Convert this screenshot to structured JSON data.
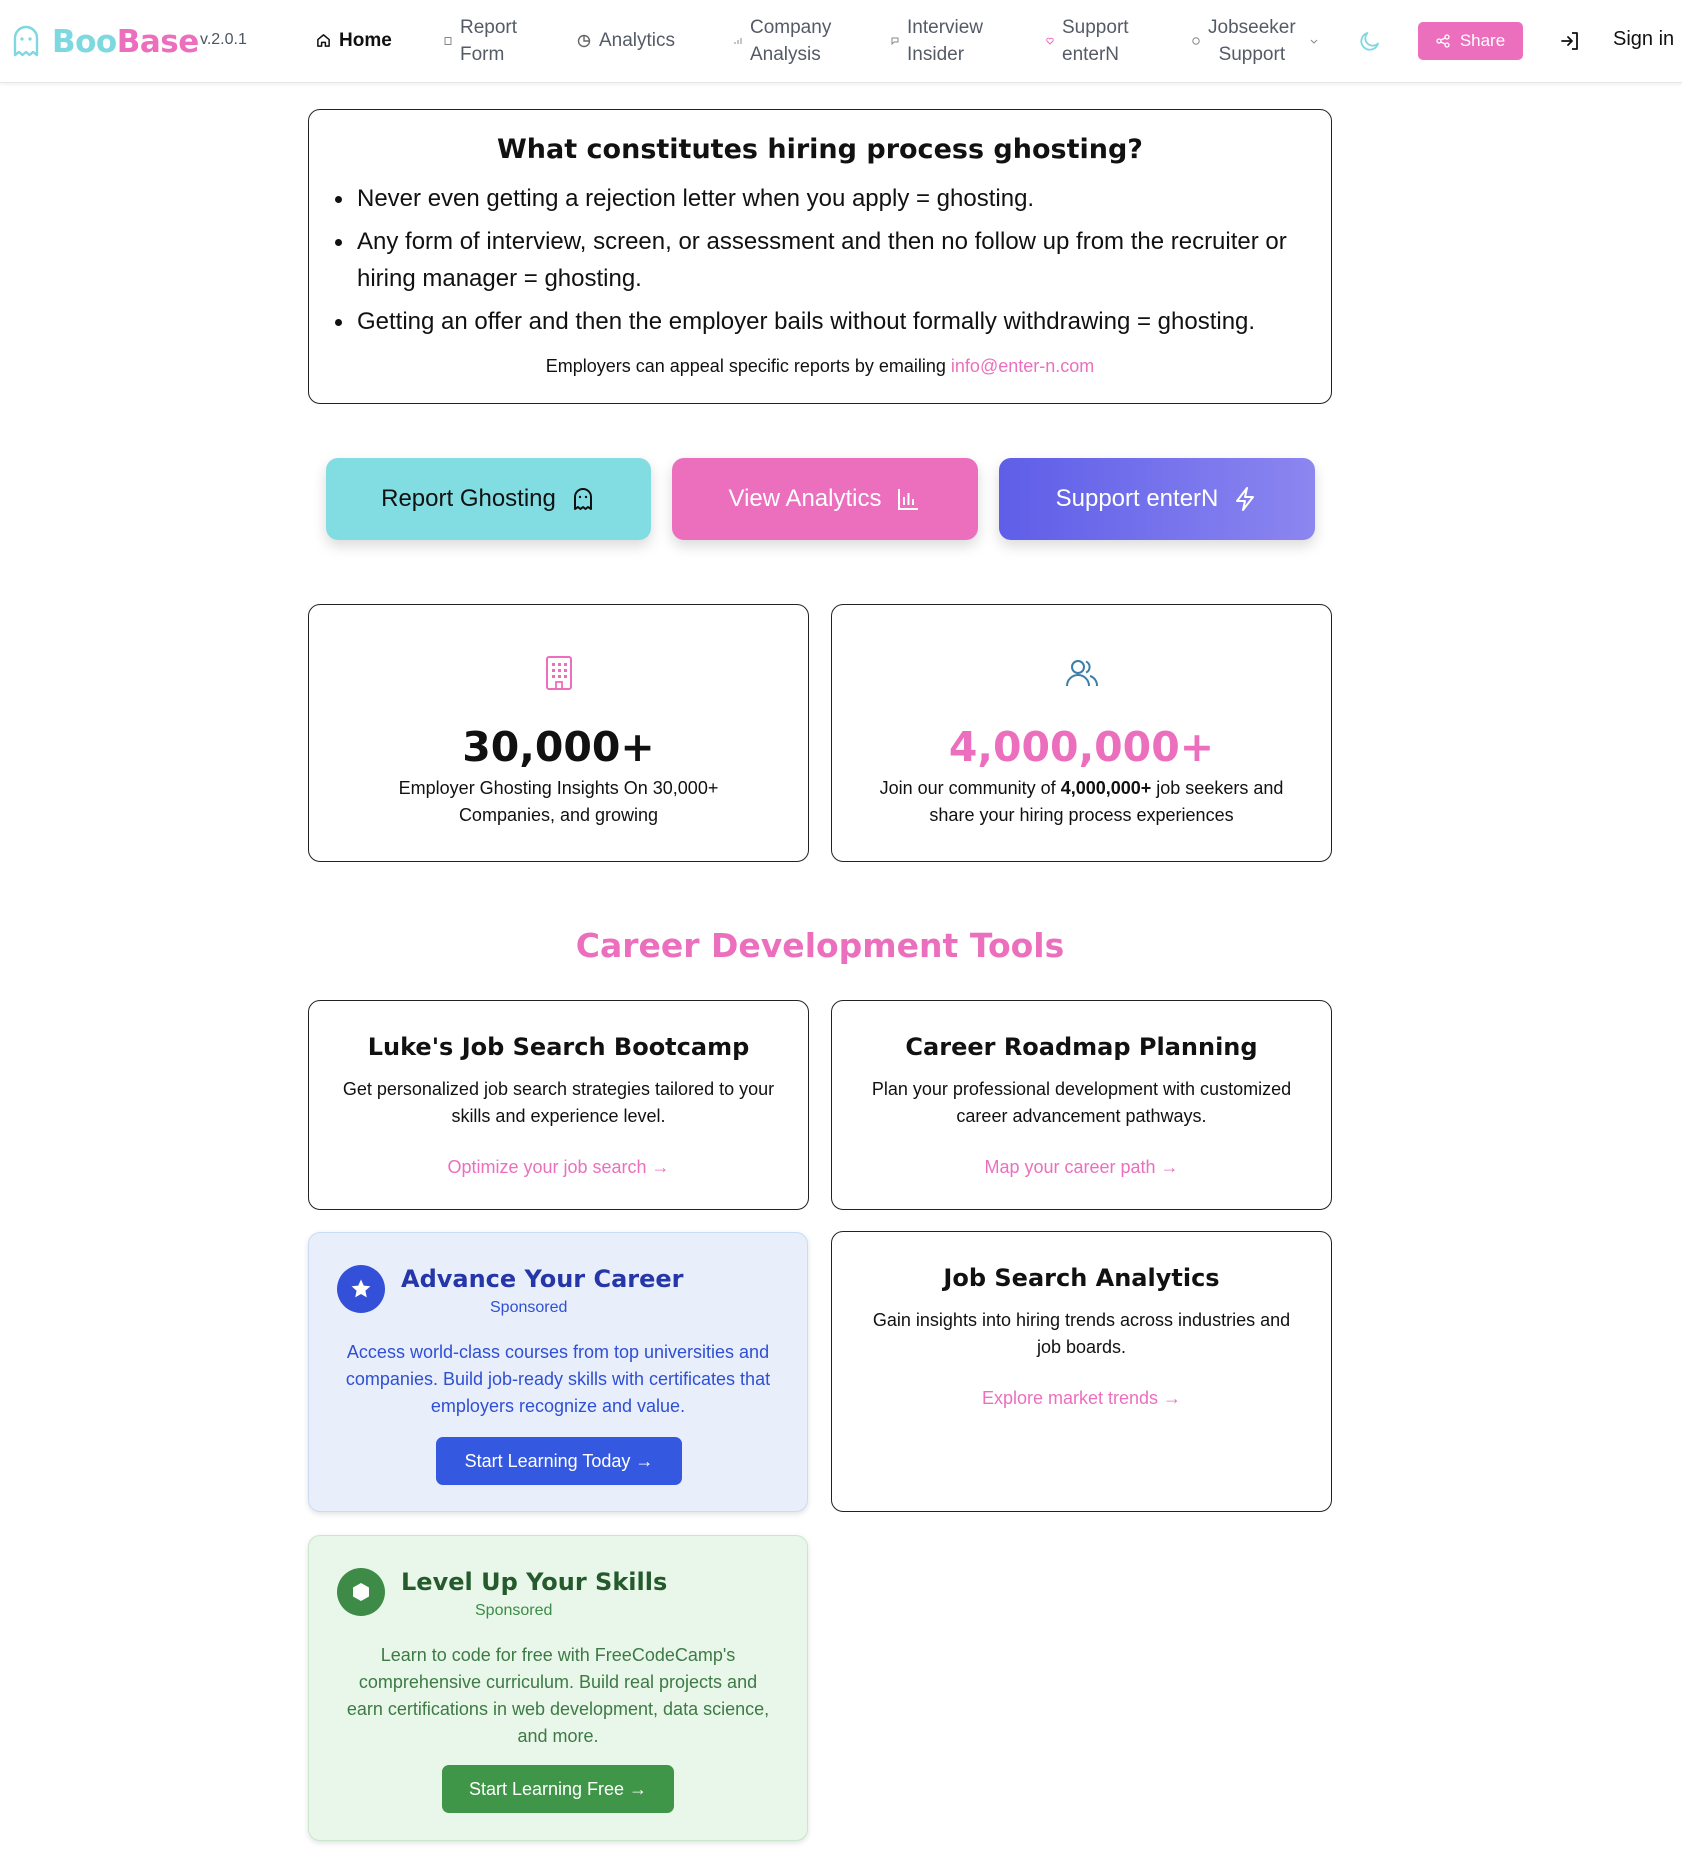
{
  "brand": {
    "part1": "Boo",
    "part2": "Base",
    "version": "v.2.0.1"
  },
  "nav": {
    "home": "Home",
    "report_form": [
      "Report",
      "Form"
    ],
    "analytics": "Analytics",
    "company_analysis": [
      "Company",
      "Analysis"
    ],
    "interview_insider": [
      "Interview",
      "Insider"
    ],
    "support_entern": [
      "Support",
      "enterN"
    ],
    "jobseeker_support": [
      "Jobseeker",
      "Support"
    ],
    "share": "Share",
    "sign_in": "Sign in"
  },
  "ghosting": {
    "title": "What constitutes hiring process ghosting?",
    "bullets": [
      "Never even getting a rejection letter when you apply = ghosting.",
      "Any form of interview, screen, or assessment and then no follow up from the recruiter or hiring manager = ghosting.",
      "Getting an offer and then the employer bails without formally withdrawing = ghosting."
    ],
    "appeal_text": "Employers can appeal specific reports by emailing ",
    "appeal_email": "info@enter-n.com"
  },
  "actions": {
    "report": "Report Ghosting",
    "analytics": "View Analytics",
    "support": "Support enterN"
  },
  "stats": {
    "companies": {
      "number": "30,000+",
      "desc": "Employer Ghosting Insights On 30,000+ Companies, and growing"
    },
    "community": {
      "number": "4,000,000+",
      "desc_before": "Join our community of ",
      "desc_bold": "4,000,000+",
      "desc_after": " job seekers and share your hiring process experiences"
    }
  },
  "tools": {
    "heading": "Career Development Tools",
    "bootcamp": {
      "title": "Luke's Job Search Bootcamp",
      "desc": "Get personalized job search strategies tailored to your skills and experience level.",
      "link": "Optimize your job search →"
    },
    "roadmap": {
      "title": "Career Roadmap Planning",
      "desc": "Plan your professional development with customized career advancement pathways.",
      "link": "Map your career path →"
    },
    "advance": {
      "title": "Advance Your Career",
      "tag": "Sponsored",
      "desc": "Access world-class courses from top universities and companies. Build job-ready skills with certificates that employers recognize and value.",
      "button": "Start Learning Today →"
    },
    "analytics": {
      "title": "Job Search Analytics",
      "desc": "Gain insights into hiring trends across industries and job boards.",
      "link": "Explore market trends →"
    },
    "levelup": {
      "title": "Level Up Your Skills",
      "tag": "Sponsored",
      "desc": "Learn to code for free with FreeCodeCamp's comprehensive curriculum. Build real projects and earn certifications in web development, data science, and more.",
      "button": "Start Learning Free →"
    }
  },
  "colors": {
    "brand_cyan": "#7dd8e0",
    "brand_pink": "#ec6fbe",
    "support_indigo": "#5e5ee8",
    "sponsor_blue": "#2f4fd4",
    "sponsor_green": "#3d8b46"
  },
  "icons": {
    "logo": "ghost-icon",
    "home": "home-icon",
    "theme": "moon-icon",
    "share": "share-icon",
    "signin": "login-icon",
    "report": "ghost-icon",
    "analytics": "bar-chart-icon",
    "support": "lightning-icon",
    "companies": "building-icon",
    "community": "users-icon",
    "advance": "star-icon",
    "levelup": "hexagon-icon"
  }
}
